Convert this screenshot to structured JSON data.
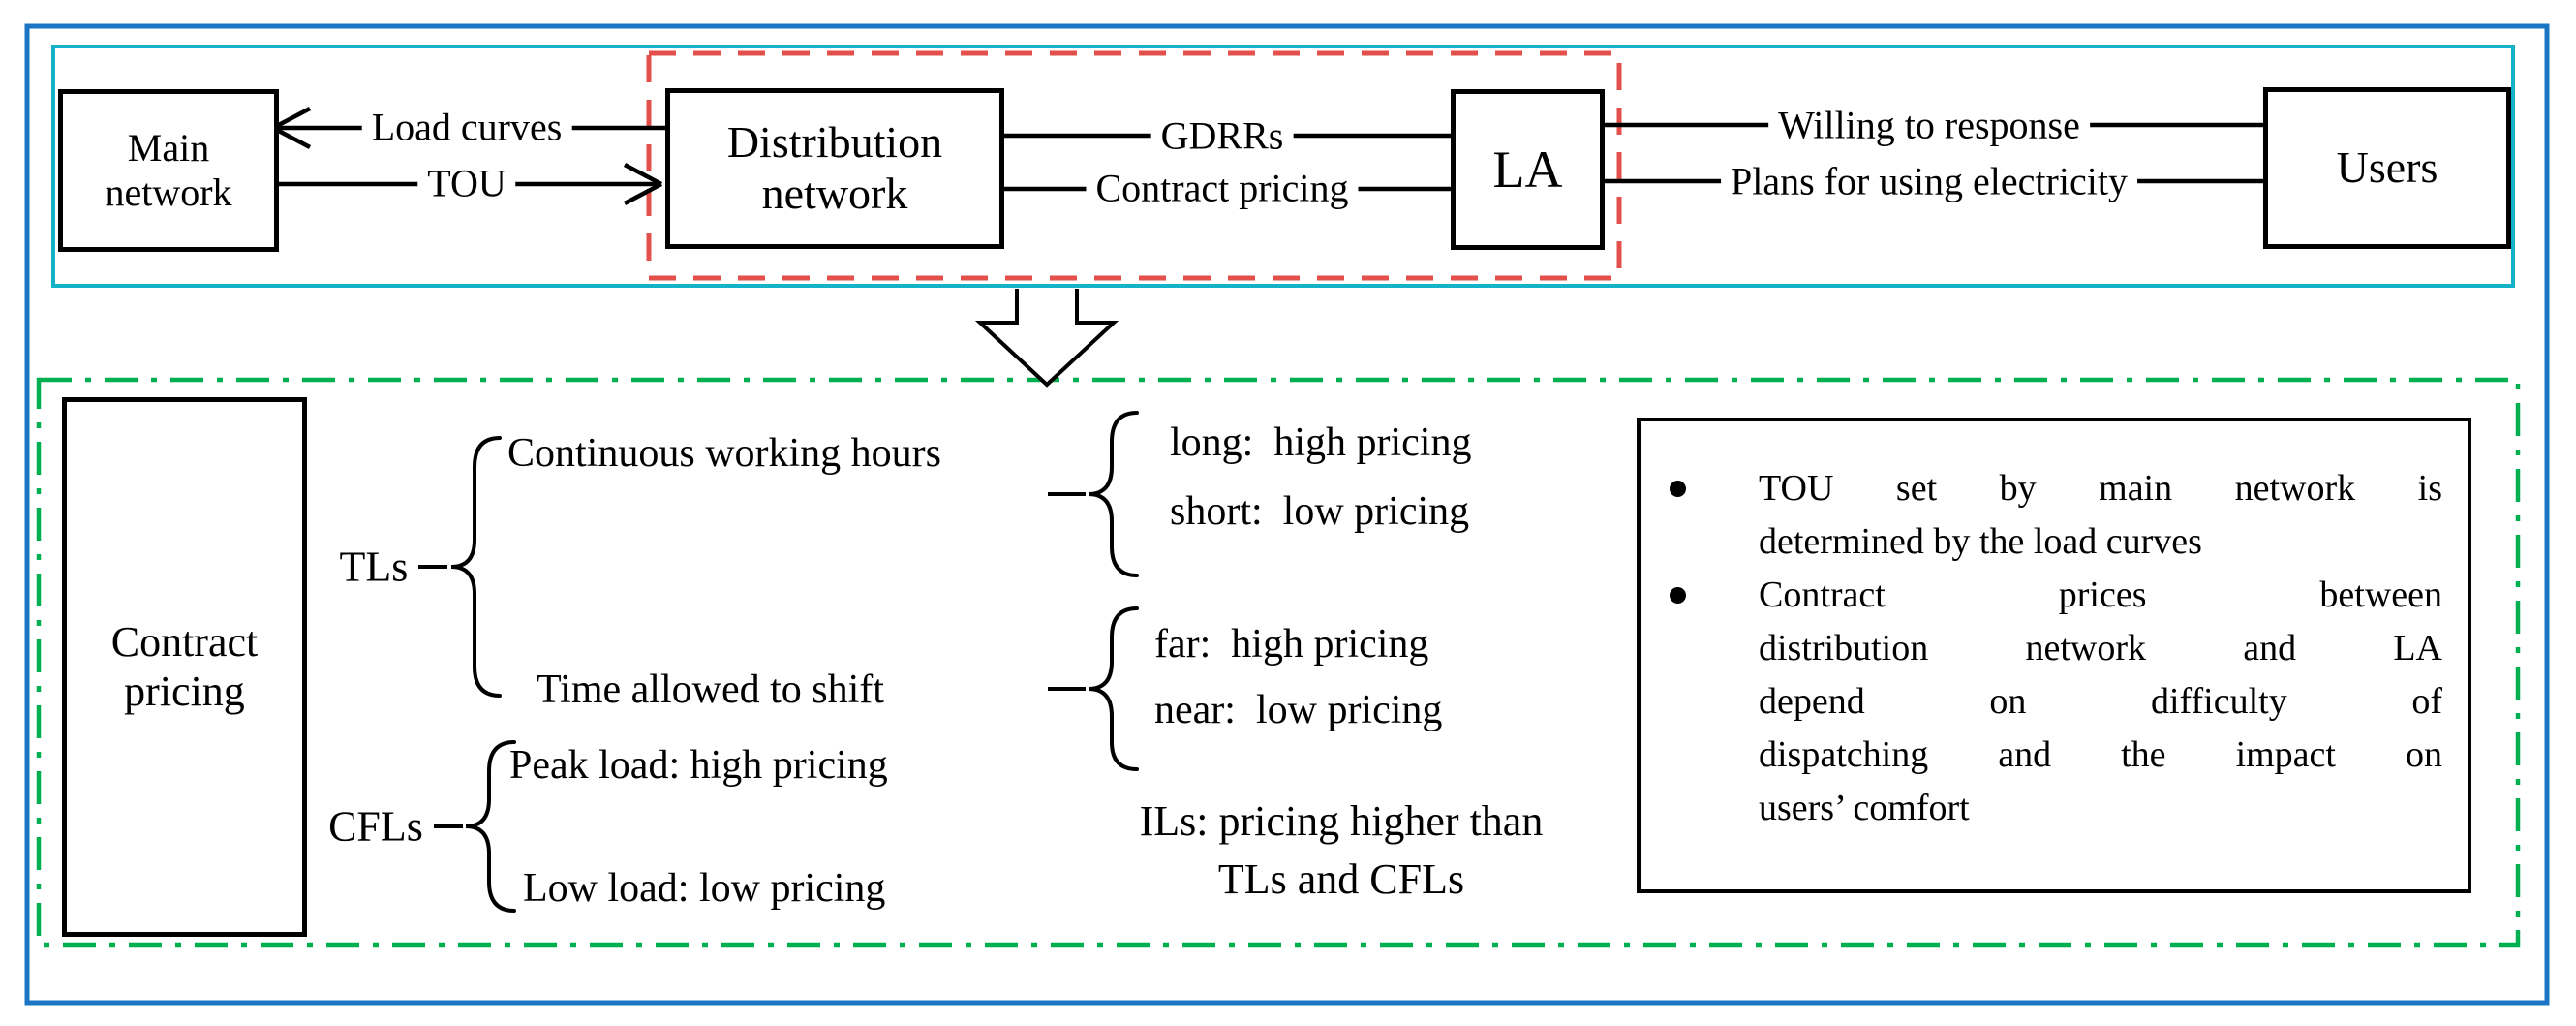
{
  "colors": {
    "outer_border": "#1B74C4",
    "top_border": "#14B3C7",
    "dashed_border": "#E3504B",
    "bottom_border": "#00B050",
    "line_color": "#000000",
    "background": "#FFFFFF"
  },
  "top": {
    "nodes": {
      "main_network": "Main network",
      "distribution_network": "Distribution network",
      "la": "LA",
      "users": "Users"
    },
    "links": {
      "load_curves": "Load curves",
      "tou": "TOU",
      "gdrrs": "GDRRs",
      "contract_pricing": "Contract pricing",
      "willing_to_response": "Willing to response",
      "plans_for_using_electricity": "Plans for using electricity"
    }
  },
  "bottom": {
    "contract_pricing_box": "Contract pricing",
    "tls": {
      "label": "TLs",
      "branch1": {
        "label": "Continuous working hours",
        "opt1": "long:  high pricing",
        "opt2": "short:  low pricing"
      },
      "branch2": {
        "label": "Time allowed to shift",
        "opt1": "far:  high pricing",
        "opt2": "near:  low pricing"
      }
    },
    "cfls": {
      "label": "CFLs",
      "opt1": "Peak load: high pricing",
      "opt2": "Low load: low pricing"
    },
    "ils": {
      "line1": "ILs: pricing higher than",
      "line2": "TLs and CFLs"
    },
    "notes": [
      {
        "lines": [
          "TOU set by main network is",
          "determined by the load curves"
        ]
      },
      {
        "lines": [
          "Contract prices between",
          "distribution network and LA",
          "depend on difficulty of",
          "dispatching and the impact on",
          "users’ comfort"
        ]
      }
    ]
  }
}
